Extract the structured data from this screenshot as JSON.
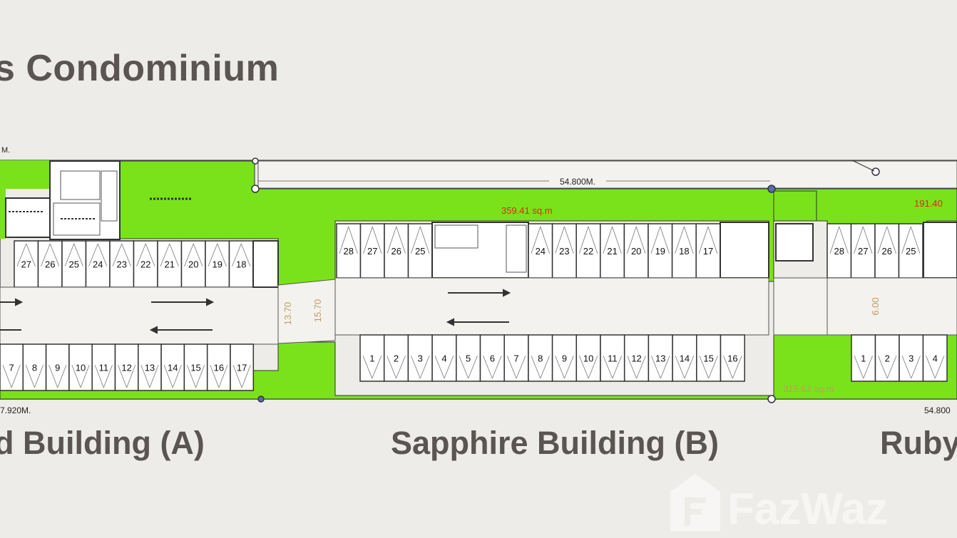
{
  "title": "s Condominium",
  "buildings": {
    "a": "d Building (A)",
    "b": "Sapphire Building (B)",
    "c": "Ruby"
  },
  "dimensions": {
    "top_length": "54.800M.",
    "top_left_fragment": "M.",
    "bottom_left": "7.920M.",
    "bottom_right": "54.800",
    "area_b": "359.41  sq.m",
    "area_c": "191.40",
    "area_bottom": "315.63  sq.m",
    "passage_1": "13.70",
    "passage_2": "15.70",
    "width_c": "6.00"
  },
  "units": {
    "a_top": [
      "27",
      "26",
      "25",
      "24",
      "23",
      "22",
      "21",
      "20",
      "19",
      "18"
    ],
    "a_bottom": [
      "7",
      "8",
      "9",
      "10",
      "11",
      "12",
      "13",
      "14",
      "15",
      "16",
      "17"
    ],
    "b_top_left": [
      "28",
      "27",
      "26",
      "25"
    ],
    "b_top_right": [
      "24",
      "23",
      "22",
      "21",
      "20",
      "19",
      "18",
      "17"
    ],
    "b_bottom": [
      "1",
      "2",
      "3",
      "4",
      "5",
      "6",
      "7",
      "8",
      "9",
      "10",
      "11",
      "12",
      "13",
      "14",
      "15",
      "16"
    ],
    "c_top": [
      "28",
      "27",
      "26",
      "25"
    ],
    "c_bottom": [
      "1",
      "2",
      "3",
      "4"
    ]
  },
  "colors": {
    "lawn": "#7ae21b",
    "background": "#eeece8",
    "heading": "#5a5552",
    "area_label": "#e0261c",
    "dimension": "#c79a5a"
  },
  "watermark": "FazWaz"
}
